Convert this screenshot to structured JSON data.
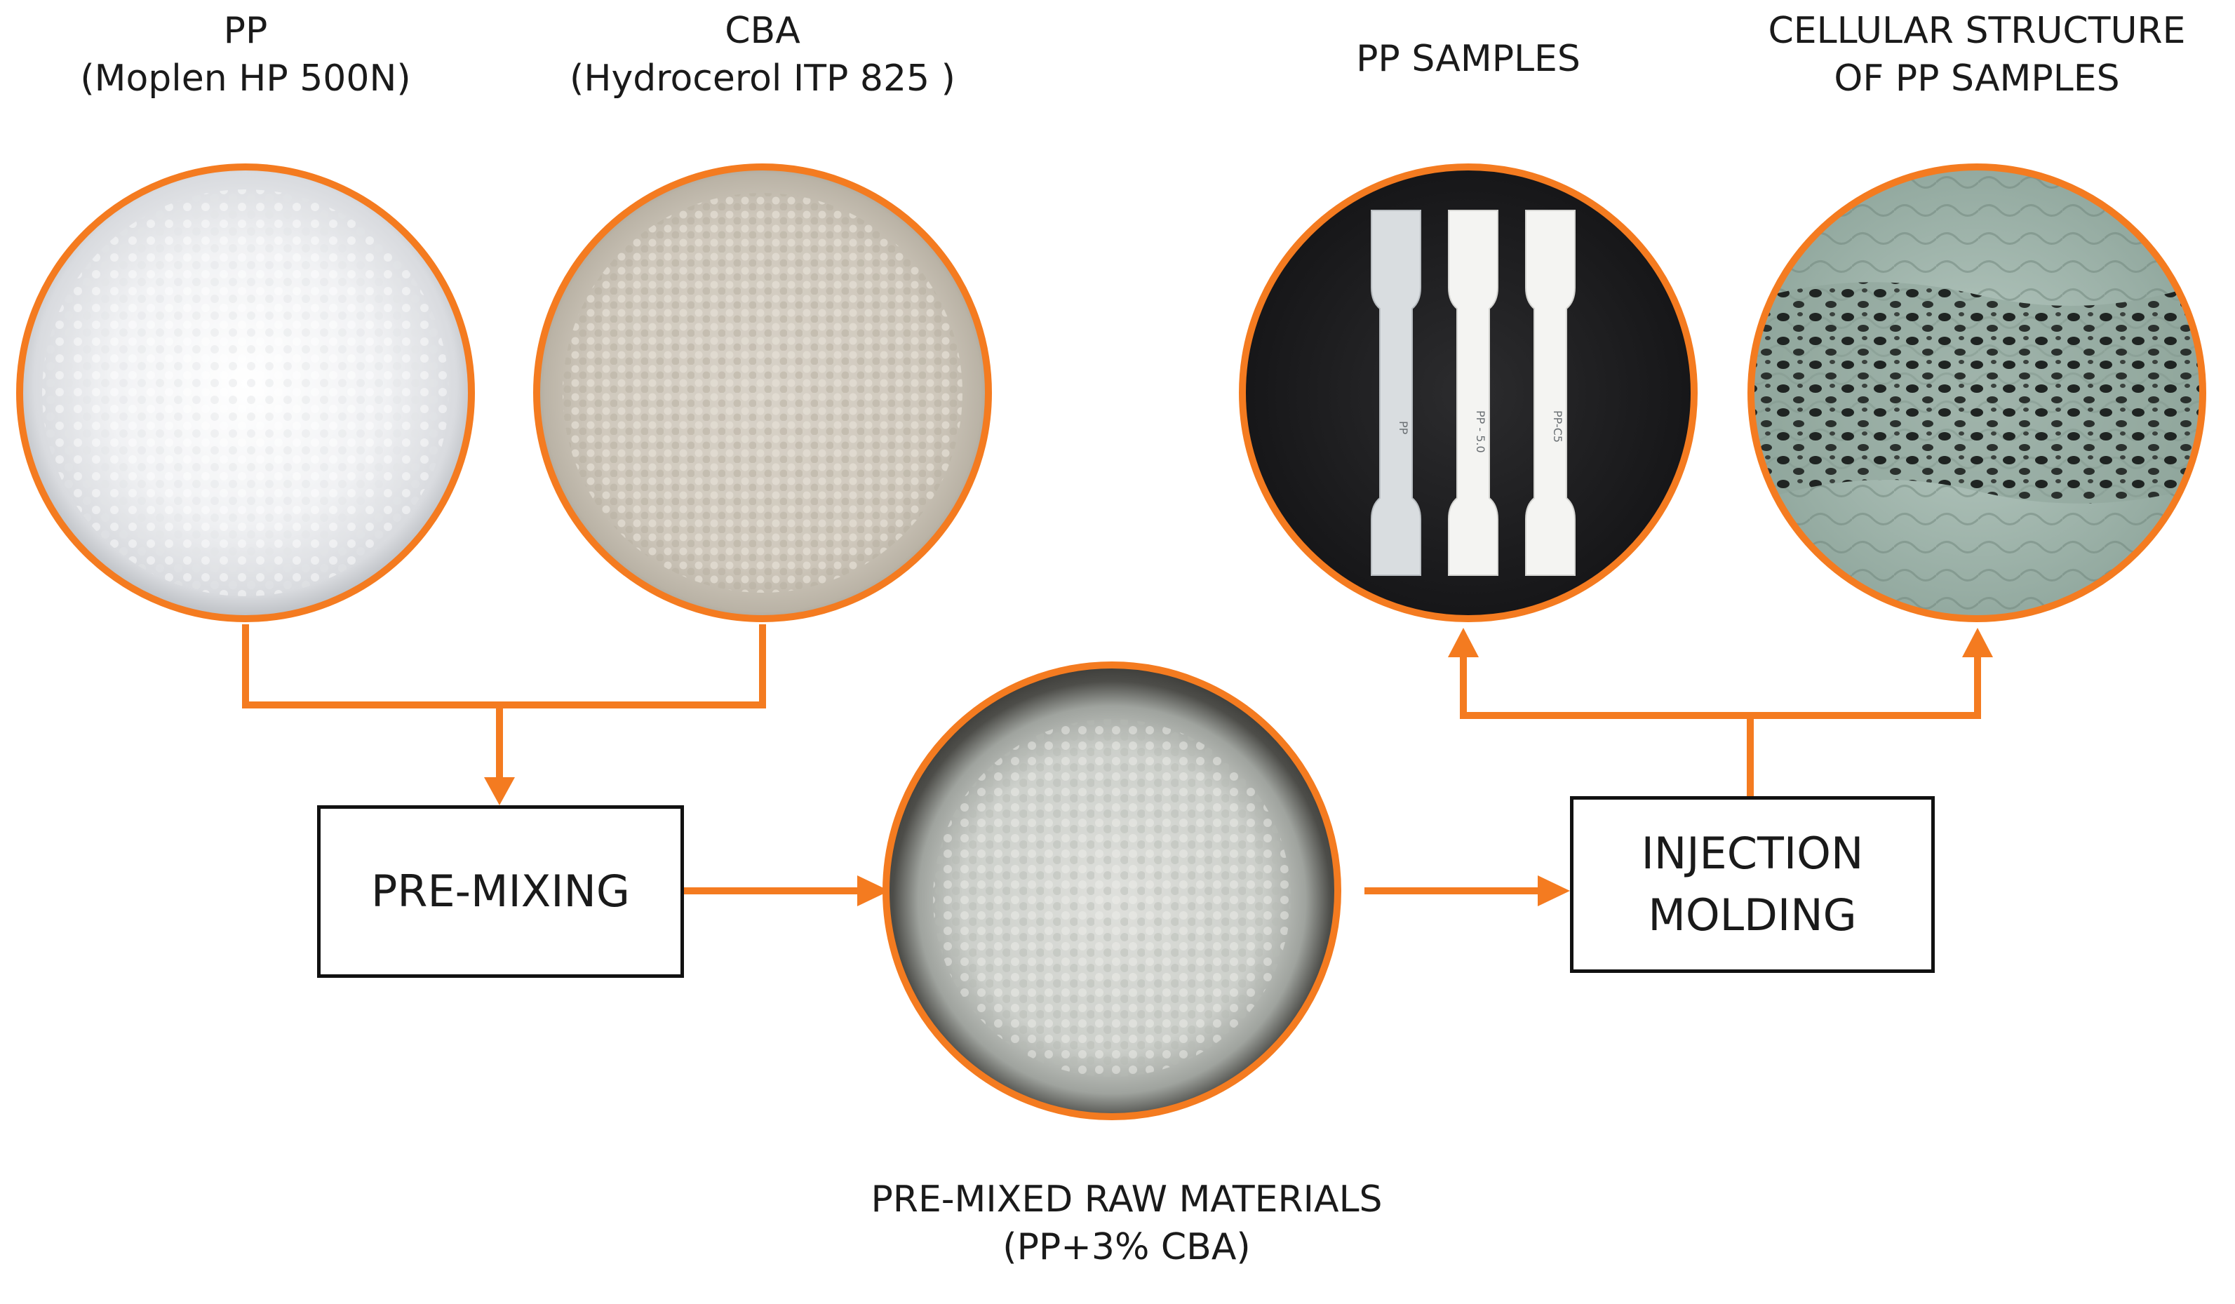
{
  "colors": {
    "accent": "#f47b20",
    "box_border": "#111111",
    "background": "#ffffff"
  },
  "labels": {
    "pp": {
      "line1": "PP",
      "line2": "(Moplen HP 500N)"
    },
    "cba": {
      "line1": "CBA",
      "line2": "(Hydrocerol ITP 825 )"
    },
    "pp_samples": {
      "line1": "PP SAMPLES"
    },
    "cellular": {
      "line1": "CELLULAR STRUCTURE",
      "line2": "OF PP SAMPLES"
    },
    "premixed": {
      "line1": "PRE-MIXED RAW MATERIALS",
      "line2": "(PP+3% CBA)"
    }
  },
  "boxes": {
    "premixing": {
      "line1": "PRE-MIXING"
    },
    "injection": {
      "line1": "INJECTION",
      "line2": "MOLDING"
    }
  },
  "images": {
    "pp": "photo of white polypropylene pellets",
    "cba": "photo of beige blowing agent granules",
    "premixed": "photo of pre-mixed pellets in dark container",
    "samples": "photo of three dog-bone test specimens",
    "cellular": "micrograph of foamed cellular structure"
  },
  "specimen_marks": [
    "PP",
    "PP - 5.0",
    "PP-C5"
  ]
}
